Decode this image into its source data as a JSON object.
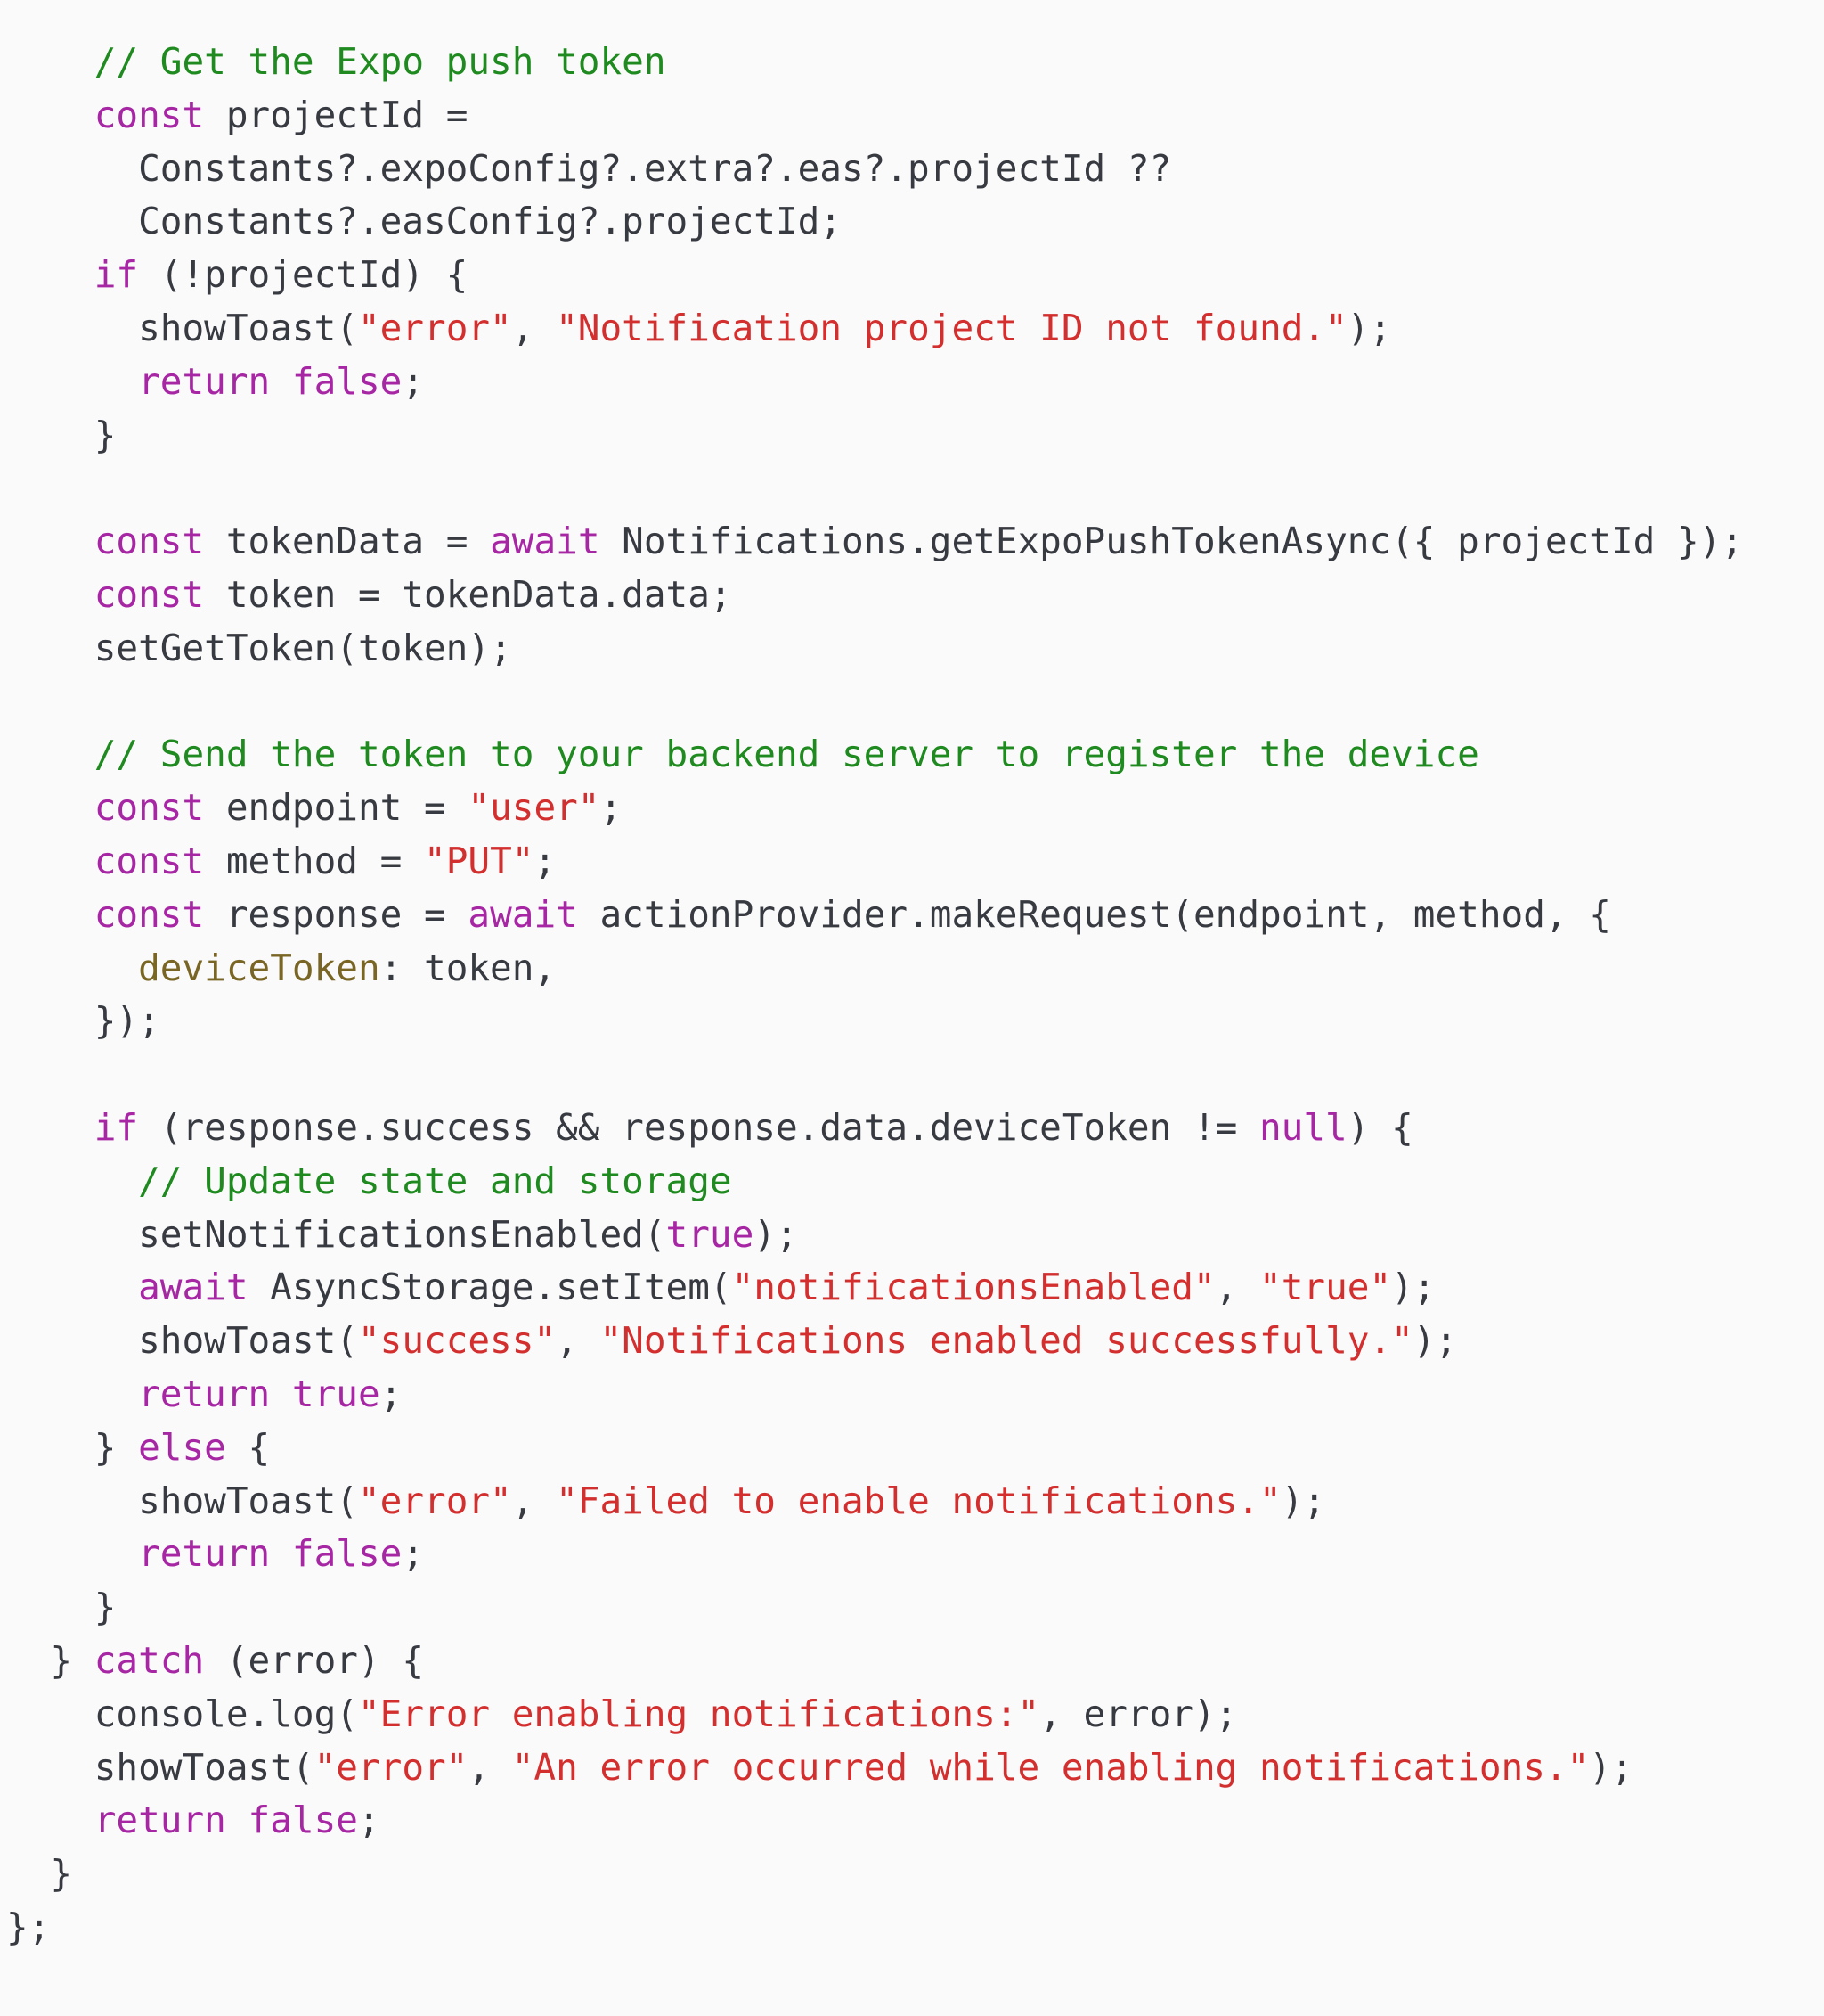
{
  "code": {
    "language": "javascript",
    "colors": {
      "background": "#fafafa",
      "plain": "#383a42",
      "keyword": "#a626a4",
      "string": "#d32f2f",
      "comment": "#1f8a1f",
      "property": "#7a6624"
    },
    "lines": [
      [
        [
          "c",
          "    // Get the Expo push token"
        ]
      ],
      [
        [
          "k",
          "    const"
        ],
        [
          "p",
          " projectId ="
        ]
      ],
      [
        [
          "p",
          "      Constants?.expoConfig?.extra?.eas?.projectId ??"
        ]
      ],
      [
        [
          "p",
          "      Constants?.easConfig?.projectId;"
        ]
      ],
      [
        [
          "k",
          "    if"
        ],
        [
          "p",
          " (!projectId) {"
        ]
      ],
      [
        [
          "p",
          "      showToast("
        ],
        [
          "s",
          "\"error\""
        ],
        [
          "p",
          ", "
        ],
        [
          "s",
          "\"Notification project ID not found.\""
        ],
        [
          "p",
          ");"
        ]
      ],
      [
        [
          "k",
          "      return"
        ],
        [
          "p",
          " "
        ],
        [
          "k",
          "false"
        ],
        [
          "p",
          ";"
        ]
      ],
      [
        [
          "p",
          "    }"
        ]
      ],
      [],
      [
        [
          "k",
          "    const"
        ],
        [
          "p",
          " tokenData = "
        ],
        [
          "k",
          "await"
        ],
        [
          "p",
          " Notifications.getExpoPushTokenAsync({ projectId });"
        ]
      ],
      [
        [
          "k",
          "    const"
        ],
        [
          "p",
          " token = tokenData.data;"
        ]
      ],
      [
        [
          "p",
          "    setGetToken(token);"
        ]
      ],
      [],
      [
        [
          "c",
          "    // Send the token to your backend server to register the device"
        ]
      ],
      [
        [
          "k",
          "    const"
        ],
        [
          "p",
          " endpoint = "
        ],
        [
          "s",
          "\"user\""
        ],
        [
          "p",
          ";"
        ]
      ],
      [
        [
          "k",
          "    const"
        ],
        [
          "p",
          " method = "
        ],
        [
          "s",
          "\"PUT\""
        ],
        [
          "p",
          ";"
        ]
      ],
      [
        [
          "k",
          "    const"
        ],
        [
          "p",
          " response = "
        ],
        [
          "k",
          "await"
        ],
        [
          "p",
          " actionProvider.makeRequest(endpoint, method, {"
        ]
      ],
      [
        [
          "p",
          "      "
        ],
        [
          "f",
          "deviceToken"
        ],
        [
          "p",
          ": token,"
        ]
      ],
      [
        [
          "p",
          "    });"
        ]
      ],
      [],
      [
        [
          "k",
          "    if"
        ],
        [
          "p",
          " (response.success && response.data.deviceToken != "
        ],
        [
          "k",
          "null"
        ],
        [
          "p",
          ") {"
        ]
      ],
      [
        [
          "c",
          "      // Update state and storage"
        ]
      ],
      [
        [
          "p",
          "      setNotificationsEnabled("
        ],
        [
          "k",
          "true"
        ],
        [
          "p",
          ");"
        ]
      ],
      [
        [
          "k",
          "      await"
        ],
        [
          "p",
          " AsyncStorage.setItem("
        ],
        [
          "s",
          "\"notificationsEnabled\""
        ],
        [
          "p",
          ", "
        ],
        [
          "s",
          "\"true\""
        ],
        [
          "p",
          ");"
        ]
      ],
      [
        [
          "p",
          "      showToast("
        ],
        [
          "s",
          "\"success\""
        ],
        [
          "p",
          ", "
        ],
        [
          "s",
          "\"Notifications enabled successfully.\""
        ],
        [
          "p",
          ");"
        ]
      ],
      [
        [
          "k",
          "      return"
        ],
        [
          "p",
          " "
        ],
        [
          "k",
          "true"
        ],
        [
          "p",
          ";"
        ]
      ],
      [
        [
          "p",
          "    } "
        ],
        [
          "k",
          "else"
        ],
        [
          "p",
          " {"
        ]
      ],
      [
        [
          "p",
          "      showToast("
        ],
        [
          "s",
          "\"error\""
        ],
        [
          "p",
          ", "
        ],
        [
          "s",
          "\"Failed to enable notifications.\""
        ],
        [
          "p",
          ");"
        ]
      ],
      [
        [
          "k",
          "      return"
        ],
        [
          "p",
          " "
        ],
        [
          "k",
          "false"
        ],
        [
          "p",
          ";"
        ]
      ],
      [
        [
          "p",
          "    }"
        ]
      ],
      [
        [
          "p",
          "  } "
        ],
        [
          "k",
          "catch"
        ],
        [
          "p",
          " (error) {"
        ]
      ],
      [
        [
          "p",
          "    console.log("
        ],
        [
          "s",
          "\"Error enabling notifications:\""
        ],
        [
          "p",
          ", error);"
        ]
      ],
      [
        [
          "p",
          "    showToast("
        ],
        [
          "s",
          "\"error\""
        ],
        [
          "p",
          ", "
        ],
        [
          "s",
          "\"An error occurred while enabling notifications.\""
        ],
        [
          "p",
          ");"
        ]
      ],
      [
        [
          "k",
          "    return"
        ],
        [
          "p",
          " "
        ],
        [
          "k",
          "false"
        ],
        [
          "p",
          ";"
        ]
      ],
      [
        [
          "p",
          "  }"
        ]
      ],
      [
        [
          "p",
          "};"
        ]
      ]
    ]
  }
}
